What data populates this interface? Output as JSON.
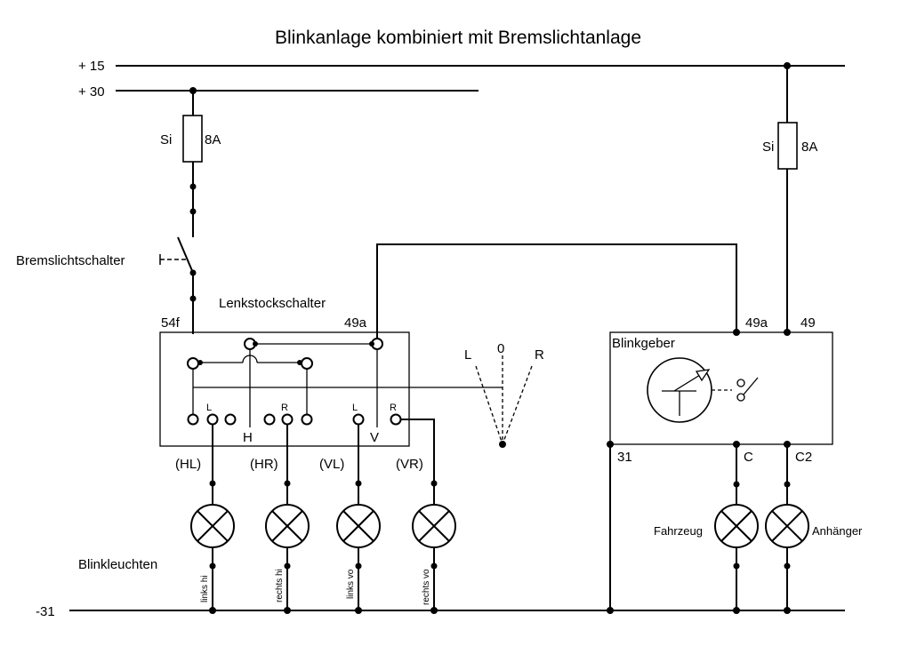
{
  "title": "Blinkanlage kombiniert mit  Bremslichtanlage",
  "rails": {
    "plus15": "+ 15",
    "plus30": "+ 30",
    "minus31": "-31"
  },
  "fuse_left": {
    "name": "Si",
    "rating": "8A"
  },
  "fuse_right": {
    "name": "Si",
    "rating": "8A"
  },
  "brake_switch": "Bremslichtschalter",
  "steering_switch": {
    "title": "Lenkstockschalter",
    "term_54f": "54f",
    "term_49a": "49a",
    "label_H": "H",
    "label_V": "V",
    "contact_L1": "L",
    "contact_R1": "R",
    "contact_L2": "L",
    "contact_R2": "R"
  },
  "lever": {
    "L": "L",
    "zero": "0",
    "R": "R"
  },
  "flasher": {
    "title": "Blinkgeber",
    "term_49a": "49a",
    "term_49": "49",
    "term_31": "31",
    "term_C": "C",
    "term_C2": "C2"
  },
  "lamps": {
    "group_label": "Blinkleuchten",
    "HL": {
      "code": "(HL)",
      "desc": "links hi"
    },
    "HR": {
      "code": "(HR)",
      "desc": "rechts hi"
    },
    "VL": {
      "code": "(VL)",
      "desc": "links vo"
    },
    "VR": {
      "code": "(VR)",
      "desc": "rechts vo"
    },
    "fahrzeug": "Fahrzeug",
    "anhaenger": "Anhänger"
  }
}
